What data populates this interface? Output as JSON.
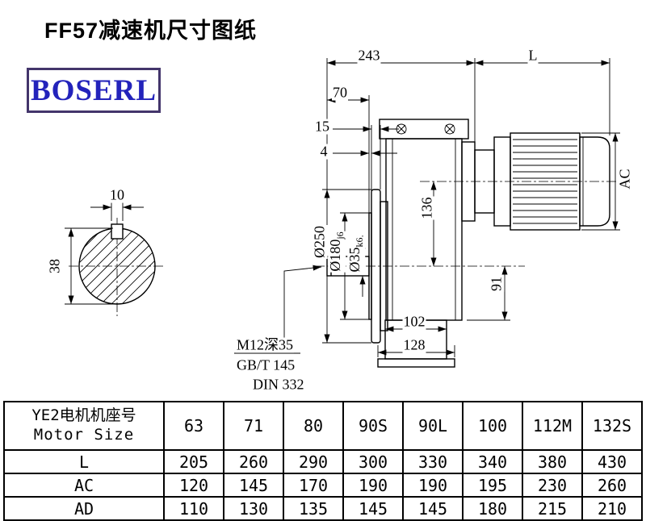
{
  "page": {
    "title": "FF57减速机尺寸图纸",
    "brand": "BOSERL"
  },
  "drawing": {
    "dims": {
      "top_width": "243",
      "motor_length": "L",
      "shaft_length": "70",
      "flange_thickness": "15",
      "spigot_depth": "4",
      "key_width": "10",
      "shaft_height": "38",
      "flange_od": "Ø250",
      "spigot_d": "Ø180",
      "spigot_fit": "j6",
      "shaft_d": "Ø35",
      "shaft_fit": "k6",
      "center_height": "136",
      "motor_od": "AC",
      "bottom_height": "91",
      "base_inner": "102",
      "base_outer": "128",
      "tap_note": "M12深35",
      "std1": "GB/T 145",
      "std2": "DIN 332"
    }
  },
  "table": {
    "header_cn": "YE2电机机座号",
    "header_en": "Motor Size",
    "sizes": [
      "63",
      "71",
      "80",
      "90S",
      "90L",
      "100",
      "112M",
      "132S"
    ],
    "rows": [
      {
        "label": "L",
        "values": [
          "205",
          "260",
          "290",
          "300",
          "330",
          "340",
          "380",
          "430"
        ]
      },
      {
        "label": "AC",
        "values": [
          "120",
          "145",
          "170",
          "190",
          "190",
          "195",
          "230",
          "260"
        ]
      },
      {
        "label": "AD",
        "values": [
          "110",
          "130",
          "135",
          "145",
          "145",
          "180",
          "215",
          "210"
        ]
      }
    ]
  }
}
